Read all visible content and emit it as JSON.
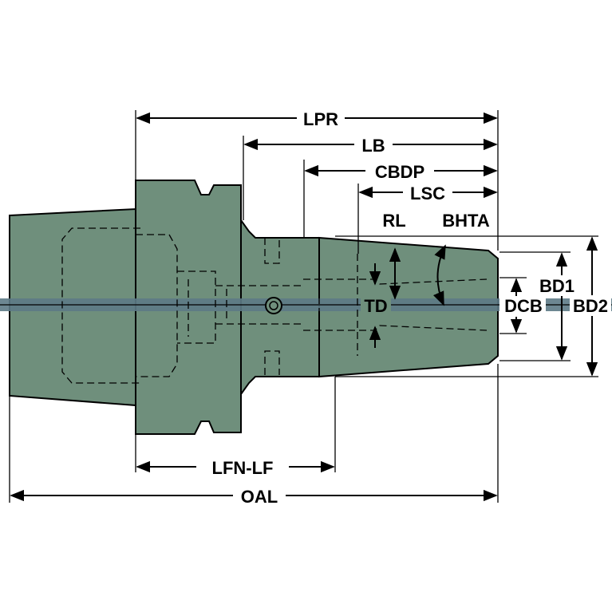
{
  "labels": {
    "lpr": "LPR",
    "lb": "LB",
    "cbdp": "CBDP",
    "lsc": "LSC",
    "rl": "RL",
    "bhta": "BHTA",
    "bd1": "BD1",
    "td": "TD",
    "dcb": "DCB",
    "bd2": "BD2",
    "lfn_lf": "LFN-LF",
    "oal": "OAL"
  },
  "colors": {
    "body": "#6f8f7c",
    "centerband": "#5d7a86",
    "line": "#000000",
    "background": "#ffffff"
  }
}
